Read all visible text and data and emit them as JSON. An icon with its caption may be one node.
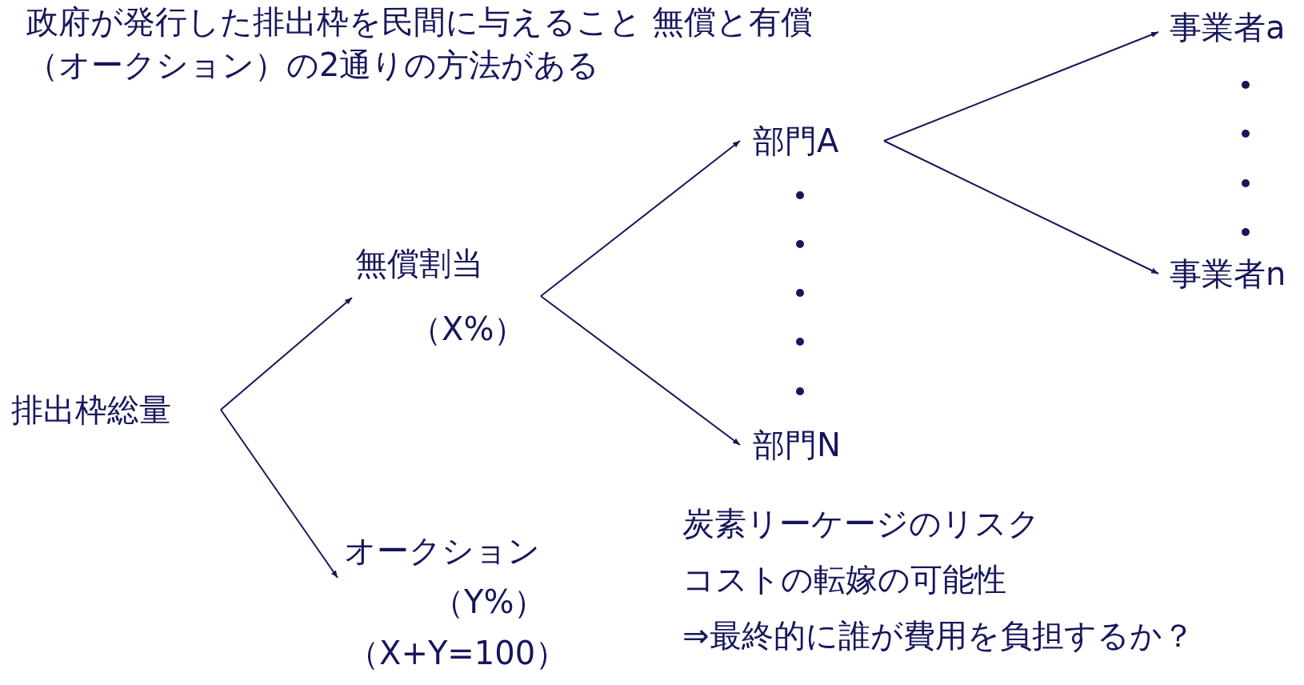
{
  "diagram": {
    "title": "政府が発行した排出枠を民間に与えること 無償と有償（オークション）の2通りの方法がある",
    "nodes": [
      {
        "text": [
          "排出枠総量"
        ]
      },
      {
        "text": [
          "無償割当",
          "（X%）"
        ]
      },
      {
        "text": [
          "オークション",
          "（Y%）",
          "（X+Y=100）"
        ]
      },
      {
        "text": [
          "部門A"
        ]
      },
      {
        "text": [
          "部門N"
        ]
      },
      {
        "text": [
          "事業者a"
        ]
      },
      {
        "text": [
          "事業者n"
        ]
      }
    ],
    "edges": [
      {
        "from": 0,
        "to": 1,
        "arrow": "to"
      },
      {
        "from": 0,
        "to": 2,
        "arrow": "to"
      },
      {
        "from": 1,
        "to": 3,
        "arrow": "to"
      },
      {
        "from": 1,
        "to": 4,
        "arrow": "to"
      },
      {
        "from": 3,
        "to": 5,
        "arrow": "to"
      },
      {
        "from": 3,
        "to": 6,
        "arrow": "to"
      }
    ],
    "labels": [
      "炭素リーケージのリスク",
      "コストの転嫁の可能性",
      "⇒最終的に誰が費用を負担するか？"
    ]
  }
}
